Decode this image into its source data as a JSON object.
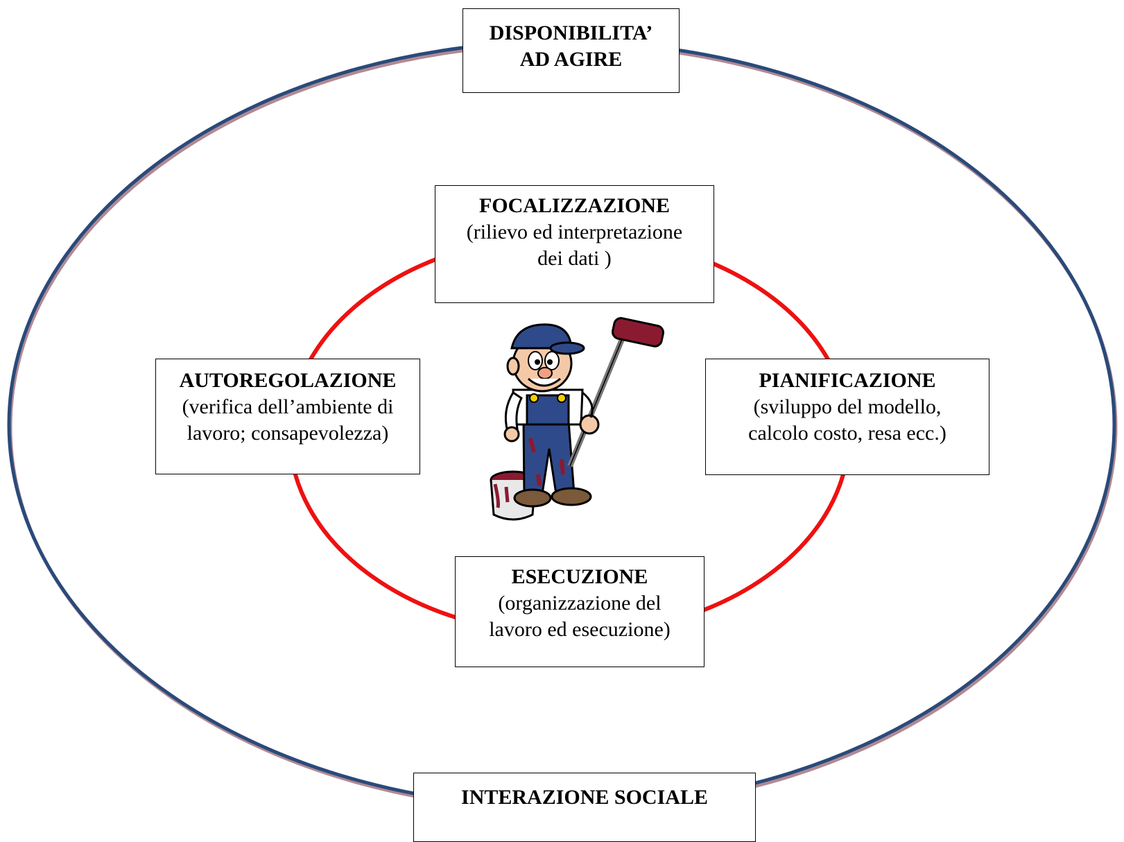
{
  "diagram": {
    "outer_ring_color": "#2a4a7a",
    "outer_ring_shadow": "#b08a94",
    "inner_ring_color": "#ee1111",
    "outer_top": {
      "title_line1": "DISPONIBILITA’",
      "title_line2": "AD AGIRE"
    },
    "focalizzazione": {
      "title": "FOCALIZZAZIONE",
      "desc_line1": "(rilievo ed interpretazione",
      "desc_line2": "dei dati )"
    },
    "autoregolazione": {
      "title": "AUTOREGOLAZIONE",
      "desc_line1": "(verifica dell’ambiente di",
      "desc_line2": "lavoro; consapevolezza)"
    },
    "pianificazione": {
      "title": "PIANIFICAZIONE",
      "desc_line1": "(sviluppo del modello,",
      "desc_line2": "calcolo costo, resa ecc.)"
    },
    "esecuzione": {
      "title": "ESECUZIONE",
      "desc_line1": "(organizzazione del",
      "desc_line2": "lavoro ed esecuzione)"
    },
    "outer_bottom": {
      "title": "INTERAZIONE SOCIALE"
    },
    "center_icon": "painter-with-roller-icon"
  }
}
